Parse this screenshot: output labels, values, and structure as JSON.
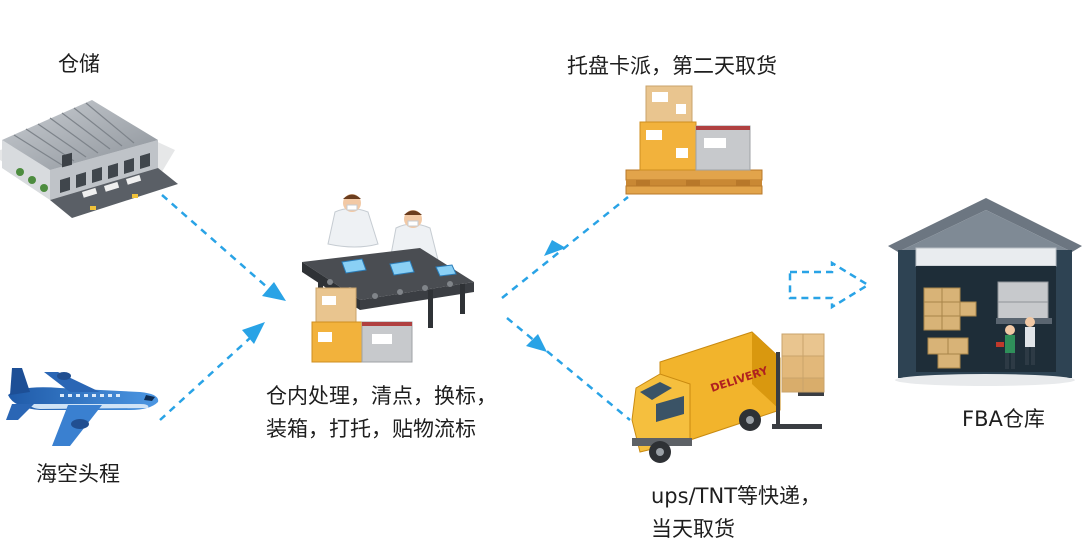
{
  "labels": {
    "warehouse": "仓储",
    "sea_air": "海空头程",
    "process_line1": "仓内处理，清点，换标，",
    "process_line2": "装箱，打托，贴物流标",
    "pallet": "托盘卡派，第二天取货",
    "express_line1": "ups/TNT等快递，",
    "express_line2": "当天取货",
    "fba": "FBA仓库"
  },
  "truck_text": "DELIVERY",
  "colors": {
    "arrow": "#29a3e6",
    "box_tan": "#e9c58f",
    "box_orange": "#f2b23c",
    "box_grey": "#c7c9cc",
    "pallet": "#e2a44b",
    "truck": "#f2b42c",
    "building_dark": "#2e4353",
    "plane_blue": "#2f73c4",
    "conveyor": "#4a4d52"
  },
  "icons": [
    "warehouse-icon",
    "airplane-icon",
    "workers-conveyor-icon",
    "pallet-boxes-icon",
    "delivery-truck-icon",
    "fba-warehouse-icon"
  ]
}
